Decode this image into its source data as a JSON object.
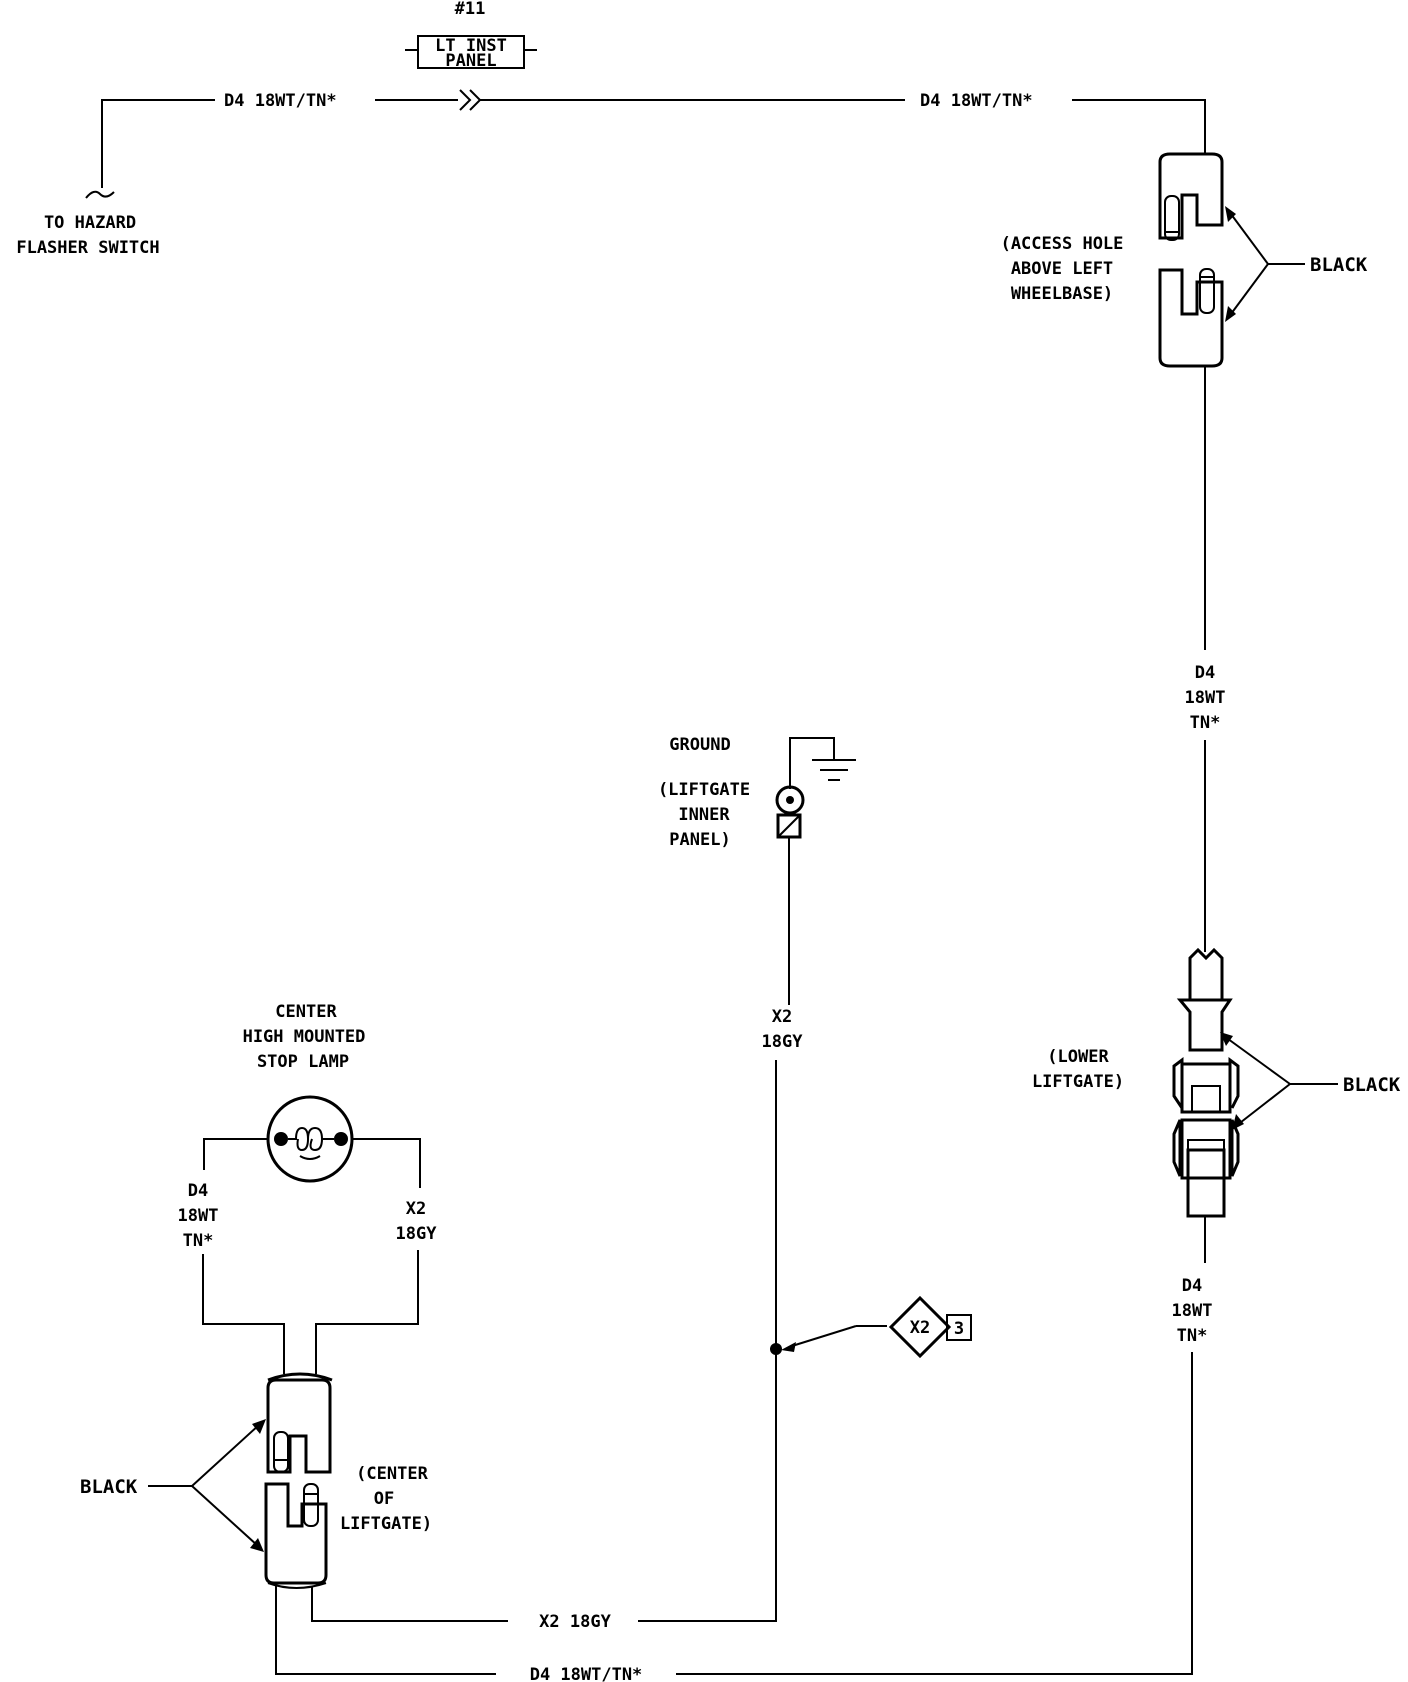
{
  "top": {
    "circuit_ref": "#11",
    "inst_panel_box": [
      "LT INST",
      "PANEL"
    ],
    "wire_left": "D4 18WT/TN*",
    "wire_right": "D4 18WT/TN*",
    "hazard_label": [
      "TO HAZARD",
      "FLASHER SWITCH"
    ]
  },
  "access_connector": {
    "location": [
      "(ACCESS HOLE",
      "ABOVE LEFT",
      "WHEELBASE)"
    ],
    "color": "BLACK"
  },
  "right_wire_upper": [
    "D4",
    "18WT",
    "TN*"
  ],
  "lower_liftgate_connector": {
    "location": [
      "(LOWER",
      "LIFTGATE)"
    ],
    "color": "BLACK"
  },
  "right_wire_lower": [
    "D4",
    "18WT",
    "TN*"
  ],
  "ground": {
    "label": "GROUND",
    "location": [
      "(LIFTGATE",
      "INNER",
      "PANEL)"
    ]
  },
  "x2_mid_wire": [
    "X2",
    "18GY"
  ],
  "splice_ref": {
    "circuit": "X2",
    "page": "3"
  },
  "lamp": {
    "title": [
      "CENTER",
      "HIGH MOUNTED",
      "STOP LAMP"
    ],
    "left_wire": [
      "D4",
      "18WT",
      "TN*"
    ],
    "right_wire": [
      "X2",
      "18GY"
    ]
  },
  "center_connector": {
    "color": "BLACK",
    "location": [
      "(CENTER",
      "OF",
      "LIFTGATE)"
    ]
  },
  "bottom_wires": {
    "x2": "X2 18GY",
    "d4": "D4 18WT/TN*"
  }
}
